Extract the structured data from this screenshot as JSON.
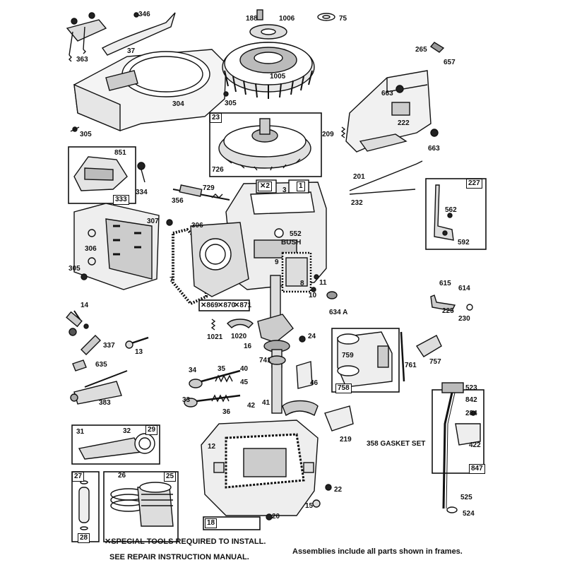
{
  "labels": {
    "l363": "363",
    "l346": "346",
    "l37": "37",
    "l188": "188",
    "l1006": "1006",
    "l75": "75",
    "l1005": "1005",
    "l304": "304",
    "l305a": "305",
    "l305b": "305",
    "l265": "265",
    "l657": "657",
    "l663a": "663",
    "l663b": "663",
    "l222": "222",
    "l23": "23",
    "l209": "209",
    "l726": "726",
    "l851": "851",
    "l334": "334",
    "l333": "333",
    "l729": "729",
    "l356": "356",
    "l201": "201",
    "l232": "232",
    "l227": "227",
    "l562": "562",
    "l592": "592",
    "l307": "307",
    "l306a": "306",
    "l306b": "306",
    "l305c": "305",
    "l2": "✕2",
    "l3": "3",
    "l1": "1",
    "l552": "552",
    "lbush": "BUSH",
    "l7": "7",
    "l9": "9",
    "l8": "8",
    "l11": "11",
    "l10": "10",
    "l869": "✕869",
    "l870": "✕870",
    "l871": "✕871",
    "l634a": "634 A",
    "l615": "615",
    "l614": "614",
    "l225": "225",
    "l230": "230",
    "l14": "14",
    "l1021": "1021",
    "l1020": "1020",
    "l16": "16",
    "l24": "24",
    "l337": "337",
    "l13": "13",
    "l759": "759",
    "l761": "761",
    "l757": "757",
    "l758": "758",
    "l635": "635",
    "l741": "741",
    "l34": "34",
    "l35": "35",
    "l40": "40",
    "l45": "45",
    "l46": "46",
    "l383": "383",
    "l33": "33",
    "l36": "36",
    "l42": "42",
    "l41": "41",
    "l523": "523",
    "l842": "842",
    "l284": "284",
    "l31": "31",
    "l32": "32",
    "l29": "29",
    "l219": "219",
    "l358": "358 GASKET SET",
    "l422": "422",
    "l12": "12",
    "l847": "847",
    "l27": "27",
    "l26": "26",
    "l25": "25",
    "l22": "22",
    "l525": "525",
    "l15": "15",
    "l18": "18",
    "l20": "20",
    "l524": "524",
    "l28": "28"
  },
  "notes": {
    "special_tools": "✕SPECIAL TOOLS REQUIRED TO INSTALL.",
    "see_manual": "SEE REPAIR INSTRUCTION MANUAL.",
    "assemblies": "Assemblies include all parts shown in frames."
  }
}
